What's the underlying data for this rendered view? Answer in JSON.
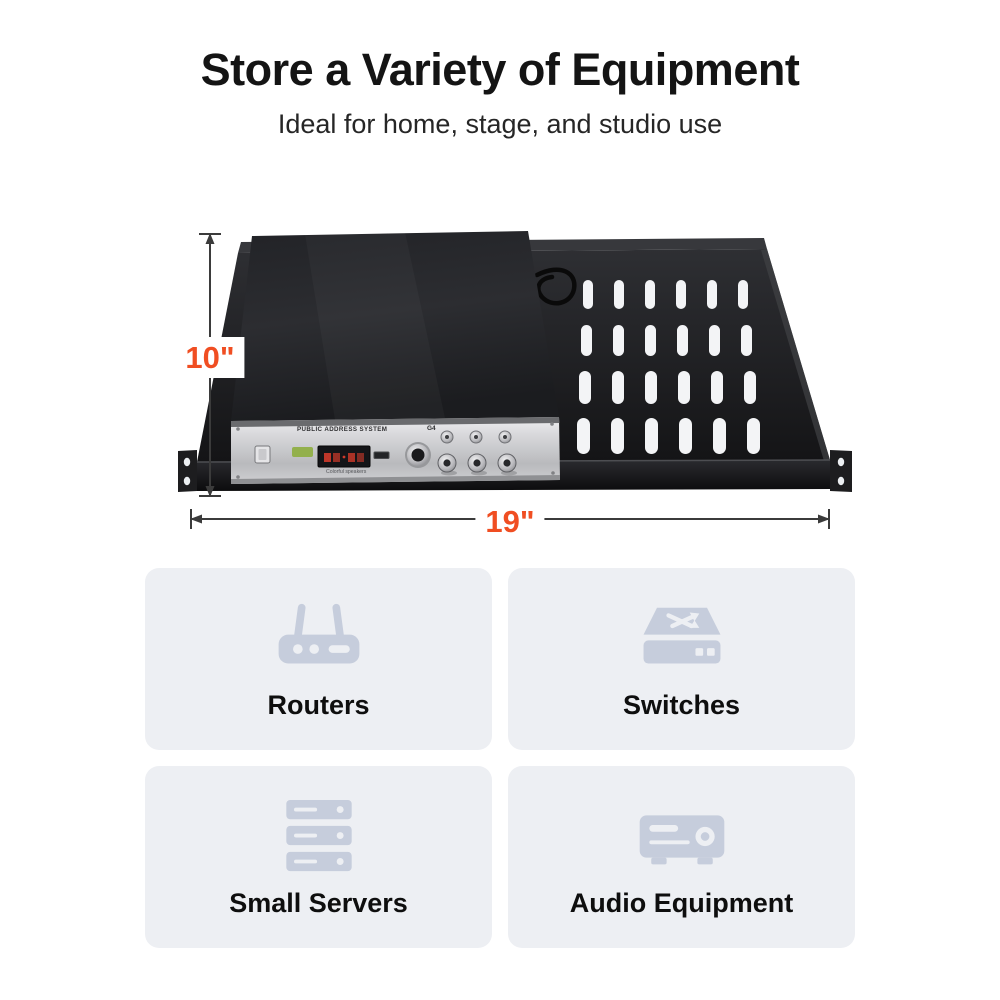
{
  "header": {
    "title": "Store a Variety of Equipment",
    "subtitle": "Ideal for home, stage, and studio use"
  },
  "dimensions": {
    "height": "10\"",
    "width": "19\""
  },
  "device": {
    "panel_title": "PUBLIC ADDRESS SYSTEM",
    "panel_model": "G4",
    "panel_brand": "Colorful speakers"
  },
  "categories": [
    {
      "label": "Routers",
      "icon": "router-icon"
    },
    {
      "label": "Switches",
      "icon": "switch-icon"
    },
    {
      "label": "Small Servers",
      "icon": "server-icon"
    },
    {
      "label": "Audio Equipment",
      "icon": "audio-equipment-icon"
    }
  ],
  "colors": {
    "accent": "#F04E22",
    "card_background": "#EDEFF3",
    "icon": "#C6CDDC",
    "title_text": "#141414"
  }
}
